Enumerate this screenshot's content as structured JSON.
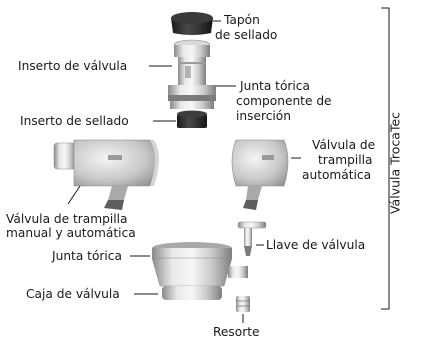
{
  "labels": {
    "tapon": "Tapón",
    "tapon2": "de sellado",
    "inserto_valvula": "Inserto de válvula",
    "junta_componente_1": "Junta tórica",
    "junta_componente_2": "componente de",
    "junta_componente_3": "inserción",
    "inserto_sellado": "Inserto de sellado",
    "valvula_auto_1": "Válvula de",
    "valvula_auto_2": "trampilla",
    "valvula_auto_3": "automática",
    "valvula_manual_1": "Válvula de trampilla",
    "valvula_manual_2": "manual y automática",
    "junta_torica": "Junta tórica",
    "llave": "Llave de válvula",
    "caja": "Caja de válvula",
    "resorte": "Resorte",
    "trocatec": "Válvula TrocaTec"
  },
  "colors": {
    "metal_light": "#e8e8e8",
    "metal_mid": "#b5b5b5",
    "metal_dark": "#6e6e6e",
    "rubber": "#2b2b2b",
    "line": "#1a1a1a"
  }
}
